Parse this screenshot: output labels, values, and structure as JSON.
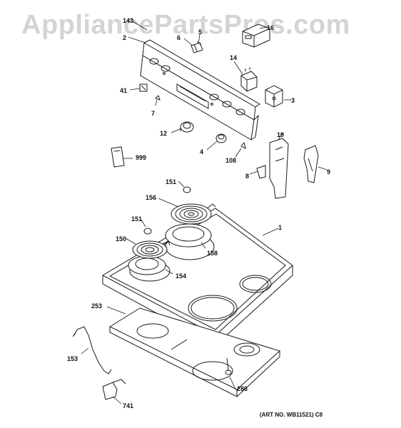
{
  "watermark": "AppliancePartsPros.com",
  "art_number": "(ART NO. WB11521) C8",
  "callouts": {
    "p143": "143",
    "p2": "2",
    "p6": "6",
    "p5": "5",
    "p16": "16",
    "p14": "14",
    "p41": "41",
    "p3": "3",
    "p7": "7",
    "p12": "12",
    "p4": "4",
    "p108": "108",
    "p19": "19",
    "p999": "999",
    "p8": "8",
    "p9": "9",
    "p151a": "151",
    "p156": "156",
    "p1": "1",
    "p151b": "151",
    "p150": "150",
    "p158": "158",
    "p154": "154",
    "p253": "253",
    "p153": "153",
    "p286": "286",
    "p741": "741"
  },
  "colors": {
    "line": "#1a1a1a",
    "watermark": "#d4d4d4"
  }
}
